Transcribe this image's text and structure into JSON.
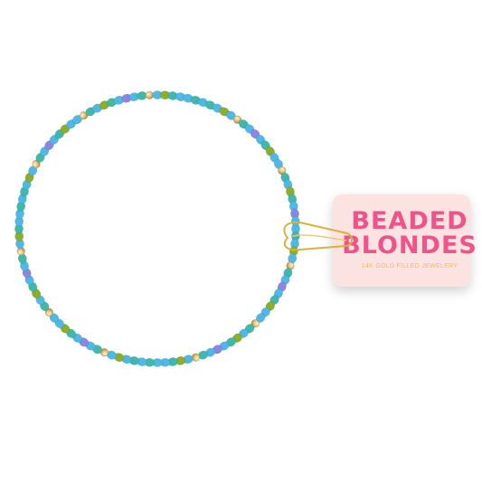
{
  "product": {
    "tag": {
      "brand_line_1": "BEADED",
      "brand_line_2": "BLONDES",
      "subtitle": "14K GOLD FILLED JEWELERY"
    }
  },
  "colors": {
    "background": "#ffffff",
    "tag_fill": "#fbe3e1",
    "brand_pink": "#f0528a",
    "subtitle_gold": "#e9c24c",
    "bead_sky": "#4fb8e6",
    "bead_teal": "#3fb9a9",
    "bead_lime": "#8cae2a",
    "bead_lavender": "#8b86e2",
    "bead_gold": "#e2c27a",
    "ring_gold": "#d9b23c"
  }
}
